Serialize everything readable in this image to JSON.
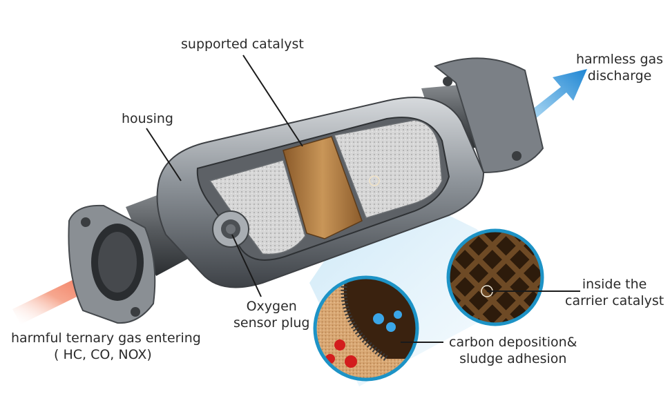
{
  "labels": {
    "supported_catalyst": "supported catalyst",
    "housing": "housing",
    "harmless_gas": [
      "harmless gas",
      "discharge"
    ],
    "oxygen_sensor": [
      "Oxygen",
      "sensor plug"
    ],
    "harmful_gas": [
      "harmful ternary gas entering",
      "( HC, CO, NOX)"
    ],
    "inside_carrier": [
      "inside the",
      "carrier catalyst"
    ],
    "carbon_deposition": [
      "carbon deposition&",
      "sludge adhesion"
    ]
  },
  "colors": {
    "inlet_arrow": "#f0562a",
    "outlet_arrow": "#2f8fd4",
    "housing": "#9aa0a6",
    "catalyst_band": "#b07a3f",
    "substrate": "#c9c9c9",
    "magnifier_ring": "#1d93c6"
  }
}
